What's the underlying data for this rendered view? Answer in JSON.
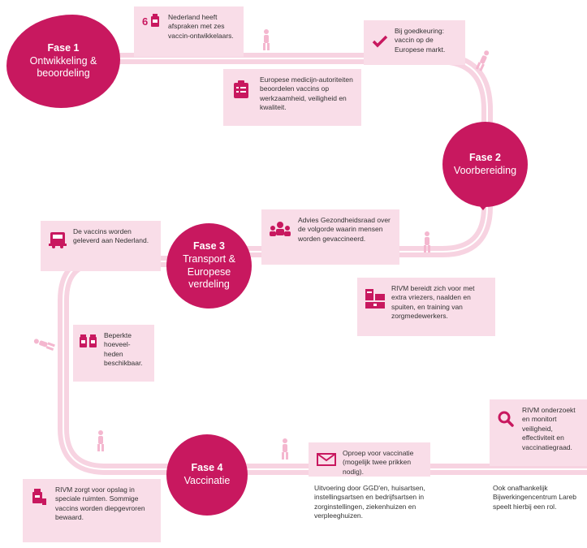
{
  "colors": {
    "brand": "#c8185f",
    "card": "#f9dde8",
    "road": "#f7d3e1"
  },
  "phases": [
    {
      "title": "Fase 1",
      "subtitle": "Ontwikkeling & beoordeling"
    },
    {
      "title": "Fase 2",
      "subtitle": "Voorbereiding"
    },
    {
      "title": "Fase 3",
      "subtitle": "Transport & Europese verdeling"
    },
    {
      "title": "Fase 4",
      "subtitle": "Vaccinatie"
    }
  ],
  "steps": {
    "afspraken": {
      "number": "6",
      "text": "Nederland heeft afspraken met zes vaccin-ontwikkelaars."
    },
    "goedkeuring": {
      "text": "Bij goedkeuring: vaccin op de Europese markt."
    },
    "beoordeling": {
      "text": "Europese medicijn-autoriteiten beoordelen vaccins op werkzaamheid, veiligheid en kwaliteit."
    },
    "geleverd": {
      "text": "De vaccins worden geleverd aan Nederland."
    },
    "advies": {
      "text": "Advies Gezondheidsraad over de volgorde waarin mensen worden gevaccineerd."
    },
    "rivm_voorbereiding": {
      "text": "RIVM bereidt zich voor met extra vriezers, naalden en spuiten, en training van zorgmedewerkers."
    },
    "beperkte": {
      "text": "Beperkte hoeveel-heden beschikbaar."
    },
    "rivm_monitort": {
      "text": "RIVM onderzoekt en monitort veiligheid, effectiviteit en vaccinatiegraad."
    },
    "oproep": {
      "text": "Oproep voor vaccinatie (mogelijk twee prikken nodig)."
    },
    "rivm_opslag": {
      "text": "RIVM zorgt voor opslag in speciale ruimten. Sommige vaccins worden diepgevroren bewaard."
    },
    "uitvoering": {
      "text": "Uitvoering door GGD'en, huisartsen, instellingsartsen en bedrijfsartsen in zorginstellingen, ziekenhuizen en verpleeghuizen."
    },
    "onderzoek": {
      "text": "Ook onafhankelijk Bijwerkingencentrum Lareb speelt hierbij een rol."
    }
  },
  "icons": [
    "vial-icon",
    "check-icon",
    "clipboard-icon",
    "truck-icon",
    "people-icon",
    "boxes-icon",
    "vials-icon",
    "search-icon",
    "envelope-icon",
    "vaccine-icon",
    "walker-icon"
  ]
}
